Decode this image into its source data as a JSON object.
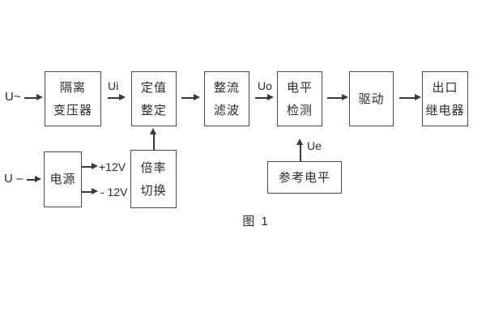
{
  "figure": {
    "caption": "图 1"
  },
  "blocks": {
    "isolation_transformer": {
      "line1": "隔离",
      "line2": "变压器"
    },
    "setting_adjustment": {
      "line1": "定值",
      "line2": "整定"
    },
    "rectifier_filter": {
      "line1": "整流",
      "line2": "滤波"
    },
    "level_detection": {
      "line1": "电平",
      "line2": "检测"
    },
    "drive": {
      "label": "驱动"
    },
    "output_relay": {
      "line1": "出口",
      "line2": "继电器"
    },
    "power_supply": {
      "label": "电源"
    },
    "ratio_switch": {
      "line1": "倍率",
      "line2": "切换"
    },
    "reference_level": {
      "label": "参考电平"
    }
  },
  "signals": {
    "input_ac": "U~",
    "input_dc": "U –",
    "ui": "Ui",
    "uo": "Uo",
    "ue": "Ue",
    "plus_12v": "+12V",
    "minus_12v": "- 12V"
  },
  "colors": {
    "background": "#ffffff",
    "line": "#3a3a3a",
    "box_border": "#4a4a4a",
    "text": "#2b2b2b"
  }
}
